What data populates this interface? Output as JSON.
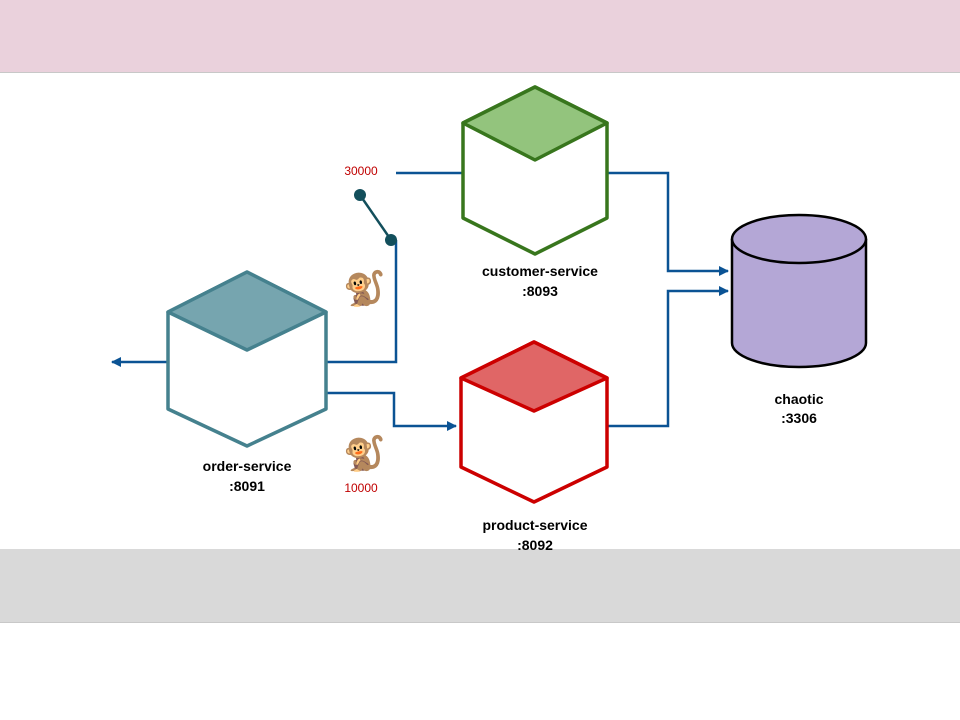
{
  "colors": {
    "top_band": "#ead1dc",
    "bottom_band": "#d9d9d9",
    "connector": "#0b5394",
    "switch": "#134f5c",
    "order_top": "#76a5af",
    "order_stroke": "#45818e",
    "customer_top": "#93c47d",
    "customer_stroke": "#38761d",
    "product_top": "#e06666",
    "product_stroke": "#cc0000",
    "db_fill": "#b4a7d6",
    "timeout_text": "#c00000"
  },
  "nodes": {
    "order": {
      "name": "order-service",
      "port": ":8091",
      "icon": "cube-icon"
    },
    "customer": {
      "name": "customer-service",
      "port": ":8093",
      "icon": "cube-icon"
    },
    "product": {
      "name": "product-service",
      "port": ":8092",
      "icon": "cube-icon"
    },
    "db": {
      "name": "chaotic",
      "port": ":3306",
      "icon": "database-cylinder-icon"
    }
  },
  "timeouts": {
    "customer": "30000",
    "product": "10000"
  },
  "monkeys": {
    "customer": "🐒",
    "product": "🐒"
  }
}
